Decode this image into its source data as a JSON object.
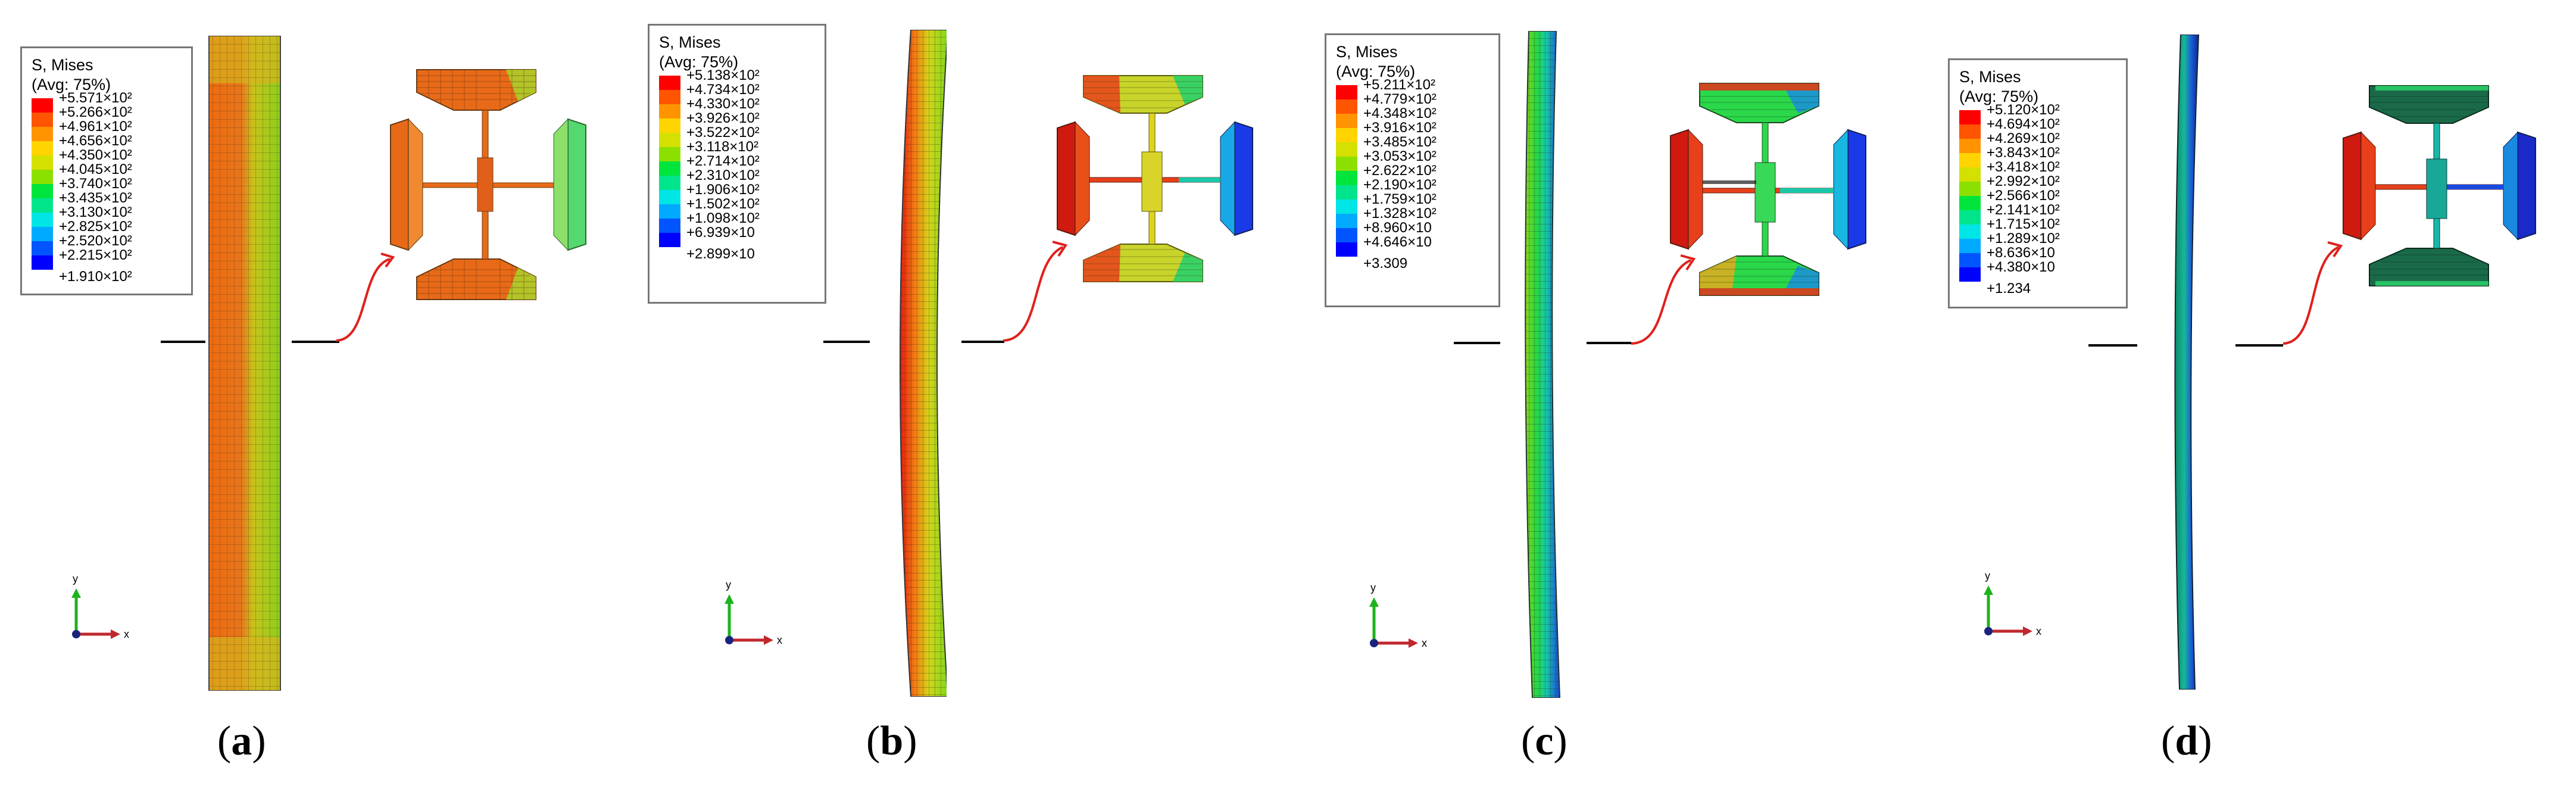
{
  "colors": {
    "contour": [
      "#0000ff",
      "#0055ff",
      "#00aaff",
      "#00e5e5",
      "#00e58c",
      "#00e53c",
      "#2fe000",
      "#8ce000",
      "#d4e000",
      "#ffd400",
      "#ff9400",
      "#ff5400",
      "#ff0000"
    ],
    "arrow": "#e0201c",
    "axis_x": "#c0282d",
    "axis_y": "#1db31d",
    "axis_dot": "#1a237e",
    "frame": "#777777"
  },
  "panels": [
    {
      "label_open": "(",
      "label_letter": "a",
      "label_close": ")",
      "legend_title": "S, Mises",
      "legend_subtitle": "(Avg: 75%)",
      "legend_values": [
        "+5.571×10²",
        "+5.266×10²",
        "+4.961×10²",
        "+4.656×10²",
        "+4.350×10²",
        "+4.045×10²",
        "+3.740×10²",
        "+3.435×10²",
        "+3.130×10²",
        "+2.825×10²",
        "+2.520×10²",
        "+2.215×10²",
        "+1.910×10²"
      ],
      "axis_x_label": "x",
      "axis_y_label": "y",
      "column_style": "short-orange"
    },
    {
      "label_open": "(",
      "label_letter": "b",
      "label_close": ")",
      "legend_title": "S, Mises",
      "legend_subtitle": "(Avg: 75%)",
      "legend_values": [
        "+5.138×10²",
        "+4.734×10²",
        "+4.330×10²",
        "+3.926×10²",
        "+3.522×10²",
        "+3.118×10²",
        "+2.714×10²",
        "+2.310×10²",
        "+1.906×10²",
        "+1.502×10²",
        "+1.098×10²",
        "+6.939×10",
        "+2.899×10"
      ],
      "axis_x_label": "x",
      "axis_y_label": "y",
      "column_style": "red-yellow"
    },
    {
      "label_open": "(",
      "label_letter": "c",
      "label_close": ")",
      "legend_title": "S, Mises",
      "legend_subtitle": "(Avg: 75%)",
      "legend_values": [
        "+5.211×10²",
        "+4.779×10²",
        "+4.348×10²",
        "+3.916×10²",
        "+3.485×10²",
        "+3.053×10²",
        "+2.622×10²",
        "+2.190×10²",
        "+1.759×10²",
        "+1.328×10²",
        "+8.960×10",
        "+4.646×10",
        "+3.309"
      ],
      "axis_x_label": "x",
      "axis_y_label": "y",
      "column_style": "green-blue"
    },
    {
      "label_open": "(",
      "label_letter": "d",
      "label_close": ")",
      "legend_title": "S, Mises",
      "legend_subtitle": "(Avg: 75%)",
      "legend_values": [
        "+5.120×10²",
        "+4.694×10²",
        "+4.269×10²",
        "+3.843×10²",
        "+3.418×10²",
        "+2.992×10²",
        "+2.566×10²",
        "+2.141×10²",
        "+1.715×10²",
        "+1.289×10²",
        "+8.636×10",
        "+4.380×10",
        "+1.234"
      ],
      "axis_x_label": "x",
      "axis_y_label": "y",
      "column_style": "teal-dark"
    }
  ]
}
